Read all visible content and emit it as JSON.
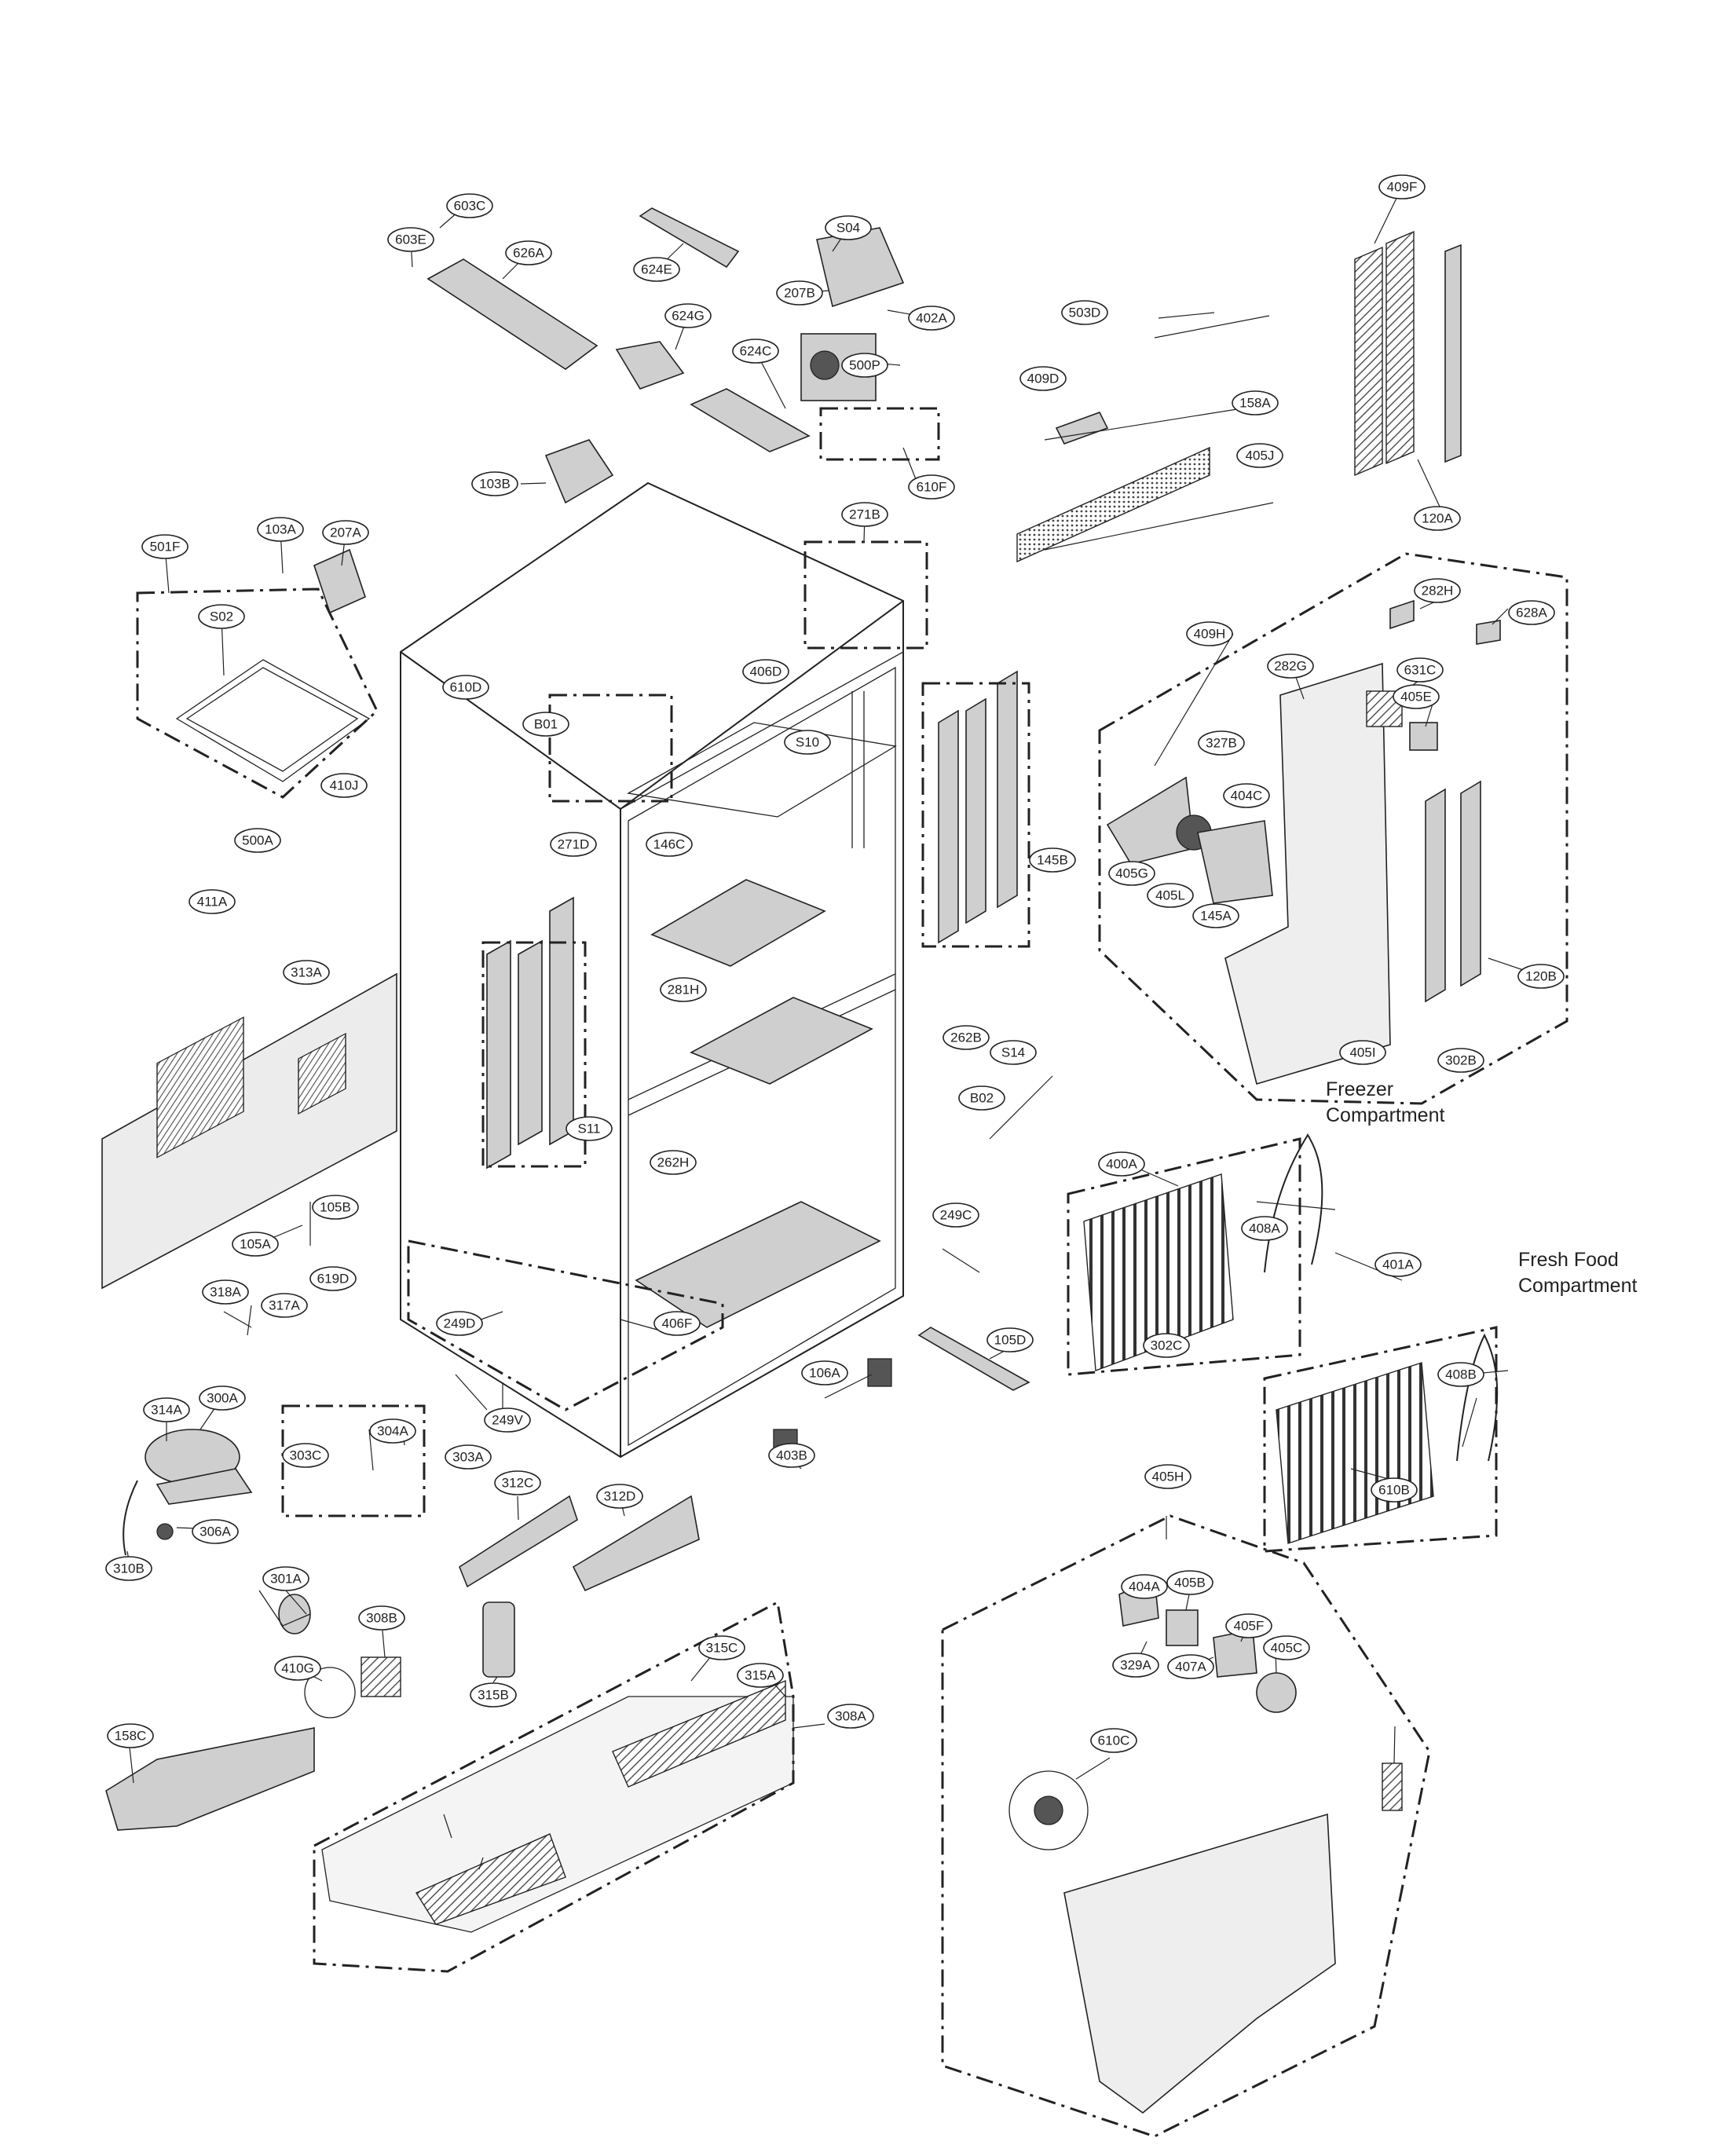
{
  "diagram": {
    "captions": {
      "freezer": [
        "Freezer",
        "Compartment"
      ],
      "fresh_food": [
        "Fresh Food",
        "Compartment"
      ]
    },
    "parts": [
      "603C",
      "603E",
      "626A",
      "624E",
      "S04",
      "207B",
      "402A",
      "624G",
      "624C",
      "500P",
      "610F",
      "103B",
      "501F",
      "S02",
      "103A",
      "207A",
      "610D",
      "B01",
      "271D",
      "271B",
      "406D",
      "S10",
      "146C",
      "145B",
      "410J",
      "500A",
      "411A",
      "313A",
      "281H",
      "262B",
      "S14",
      "B02",
      "S11",
      "262H",
      "249C",
      "105A",
      "105B",
      "318A",
      "317A",
      "619D",
      "249D",
      "406F",
      "249V",
      "106A",
      "105D",
      "314A",
      "300A",
      "303C",
      "304A",
      "303A",
      "306A",
      "310B",
      "312C",
      "312D",
      "403B",
      "301A",
      "308B",
      "410G",
      "315B",
      "315C",
      "315A",
      "308A",
      "158C",
      "503D",
      "409D",
      "158A",
      "405J",
      "409F",
      "120A",
      "409H",
      "282G",
      "282H",
      "628A",
      "631C",
      "405E",
      "327B",
      "404C",
      "405G",
      "405L",
      "145A",
      "120B",
      "405I",
      "302B",
      "400A",
      "408A",
      "302C",
      "401A",
      "408B",
      "610B",
      "405H",
      "404A",
      "405B",
      "405F",
      "329A",
      "405C",
      "407A",
      "610C"
    ]
  }
}
